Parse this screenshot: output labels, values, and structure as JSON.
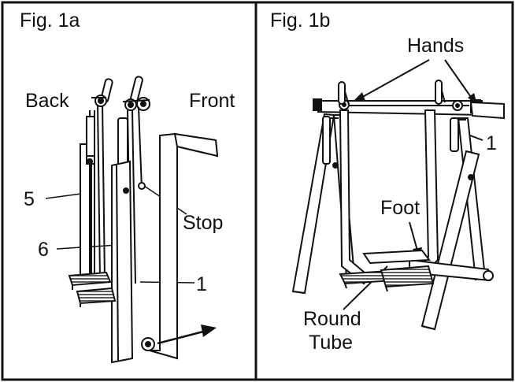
{
  "figures": [
    {
      "title": "Fig. 1a",
      "labels": {
        "back": "Back",
        "front": "Front",
        "part_5": "5",
        "part_6": "6",
        "stop": "Stop",
        "part_1": "1"
      }
    },
    {
      "title": "Fig. 1b",
      "labels": {
        "hands": "Hands",
        "part_1": "1",
        "foot": "Foot",
        "round": "Round",
        "tube": "Tube"
      }
    }
  ],
  "colors": {
    "stroke": "#111111",
    "fill_light": "#ffffff",
    "fill_dark": "#222222",
    "tread": "#555555"
  }
}
